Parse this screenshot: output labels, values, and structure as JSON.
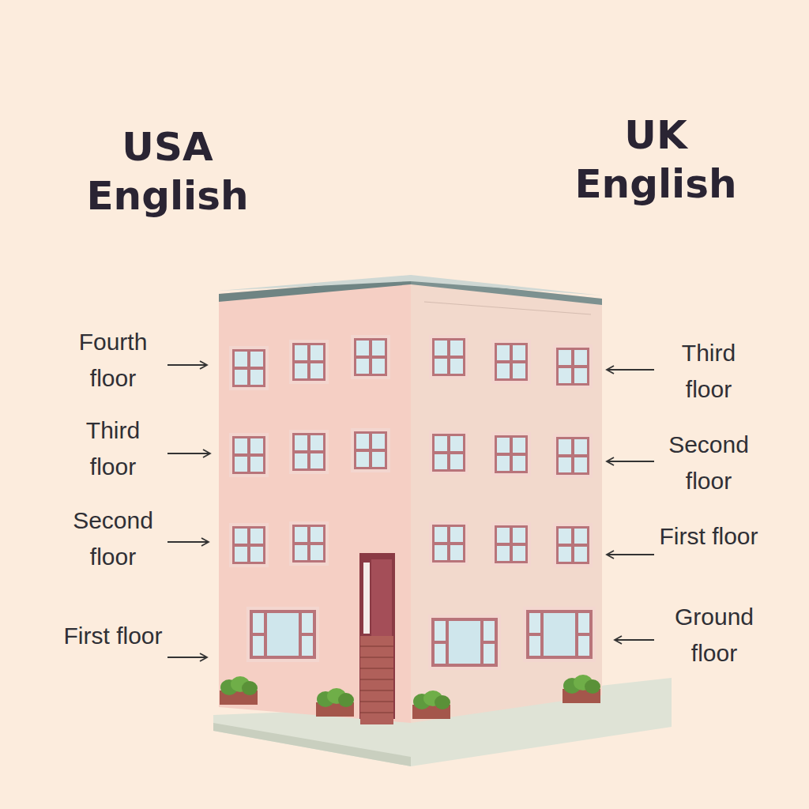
{
  "diagram": {
    "labels": [
      "USA English",
      "UK English",
      "Fourth floor",
      "Third floor",
      "Second floor",
      "First floor",
      "Third floor",
      "Second floor",
      "First floor",
      "Ground floor"
    ]
  }
}
